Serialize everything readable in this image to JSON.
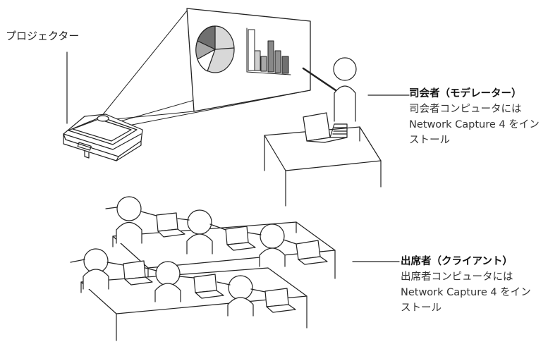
{
  "labels": {
    "projector": "プロジェクター",
    "presenter": {
      "title": "司会者（モデレーター）",
      "desc_line1": "司会者コンピュータには",
      "desc_line2": "Network Capture 4 をイン",
      "desc_line3": "ストール"
    },
    "attendee": {
      "title": "出席者（クライアント）",
      "desc_line1": "出席者コンピュータには",
      "desc_line2": "Network Capture 4 をイン",
      "desc_line3": "ストール"
    }
  },
  "colors": {
    "stroke": "#222222",
    "pie_light": "#d8d8d8",
    "pie_mid": "#a8a8a8",
    "pie_dark": "#707070"
  }
}
